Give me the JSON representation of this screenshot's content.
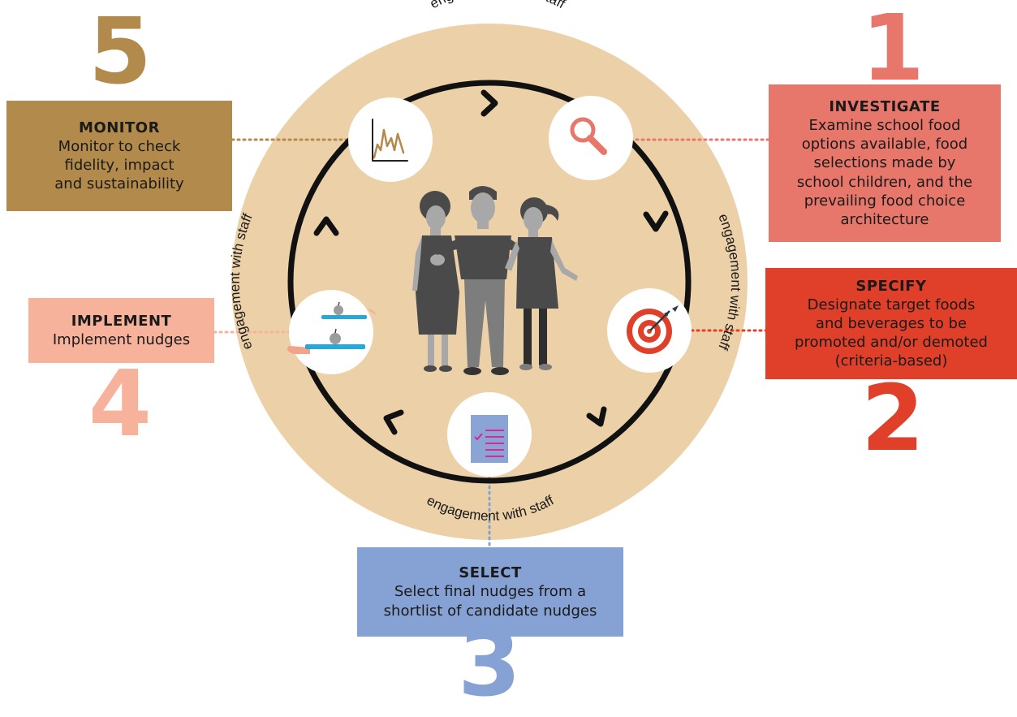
{
  "ring_label": "engagement with staff",
  "steps": [
    {
      "number": "1",
      "title": "INVESTIGATE",
      "description": "Examine school food\noptions available, food\nselections made by\nschool children, and the\nprevailing food choice\narchitecture",
      "icon": "magnifier-icon",
      "color": "#e8776b"
    },
    {
      "number": "2",
      "title": "SPECIFY",
      "description": "Designate target foods\nand beverages to be\npromoted and/or demoted\n(criteria-based)",
      "icon": "target-icon",
      "color": "#e0402a"
    },
    {
      "number": "3",
      "title": "SELECT",
      "description": "Select final nudges from a\nshortlist of candidate nudges",
      "icon": "checklist-icon",
      "color": "#86a2d4"
    },
    {
      "number": "4",
      "title": "IMPLEMENT",
      "description": "Implement nudges",
      "icon": "food-tray-icon",
      "color": "#f7b29c"
    },
    {
      "number": "5",
      "title": "MONITOR",
      "description": "Monitor to check\nfidelity, impact\nand sustainability",
      "icon": "line-chart-icon",
      "color": "#b28a4c"
    }
  ],
  "colors": {
    "ring": "#ecd1a8",
    "arrow": "#111111",
    "staff_dark": "#4a4a4a",
    "staff_mid": "#7d7d7d",
    "staff_light": "#a8a8a8"
  }
}
